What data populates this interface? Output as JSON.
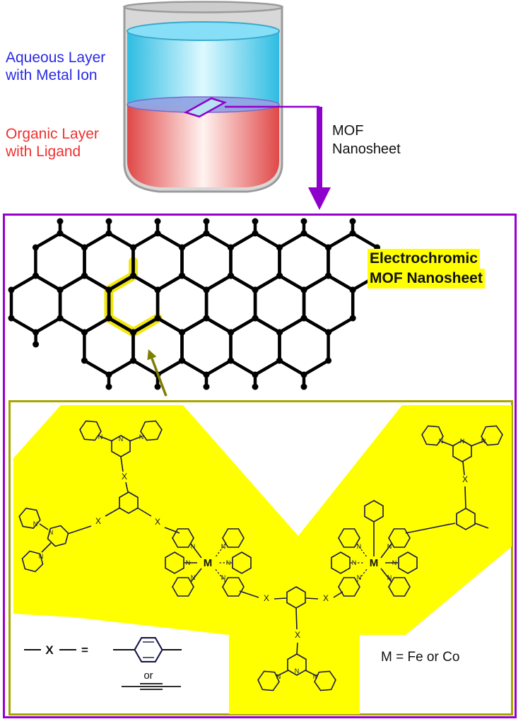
{
  "beaker": {
    "aqueous_line1": "Aqueous Layer",
    "aqueous_line2": "with Metal Ion",
    "organic_line1": "Organic Layer",
    "organic_line2": "with Ligand",
    "mof_line1": "MOF",
    "mof_line2": "Nanosheet"
  },
  "nanosheet": {
    "title_line1": "Electrochromic",
    "title_line2": "MOF Nanosheet"
  },
  "molecule": {
    "atoms": {
      "N": "N",
      "X": "X",
      "M": "M"
    },
    "legend": {
      "x": "X",
      "equals": "=",
      "or": "or",
      "metal": "M = Fe or Co"
    }
  },
  "colors": {
    "purple": "#9a00cc",
    "arrow_purple": "#8e00cc",
    "yellow": "#ffff00",
    "olive_border": "#a6a600",
    "olive_arrow": "#7e7e00",
    "aqueous_text": "#2a2ae6",
    "organic_text": "#f03030",
    "lattice": "#000000"
  }
}
